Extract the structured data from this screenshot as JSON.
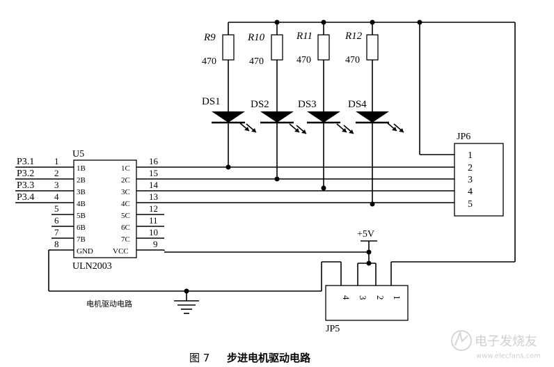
{
  "caption": {
    "fig_no": "图 7",
    "title": "步进电机驱动电路"
  },
  "watermark": {
    "text": "电子发烧友",
    "url": "www.elecfans.com"
  },
  "resistors": [
    {
      "name": "R9",
      "value": "470"
    },
    {
      "name": "R10",
      "value": "470"
    },
    {
      "name": "R11",
      "value": "470"
    },
    {
      "name": "R12",
      "value": "470"
    }
  ],
  "leds": [
    "DS1",
    "DS2",
    "DS3",
    "DS4"
  ],
  "ic": {
    "ref": "U5",
    "part": "ULN2003",
    "left_pins": [
      {
        "num": "1",
        "name": "1B",
        "net": "P3.1"
      },
      {
        "num": "2",
        "name": "2B",
        "net": "P3.2"
      },
      {
        "num": "3",
        "name": "3B",
        "net": "P3.3"
      },
      {
        "num": "4",
        "name": "4B",
        "net": "P3.4"
      },
      {
        "num": "5",
        "name": "5B",
        "net": ""
      },
      {
        "num": "6",
        "name": "6B",
        "net": ""
      },
      {
        "num": "7",
        "name": "7B",
        "net": ""
      },
      {
        "num": "8",
        "name": "GND",
        "net": ""
      }
    ],
    "right_pins": [
      {
        "num": "16",
        "name": "1C"
      },
      {
        "num": "15",
        "name": "2C"
      },
      {
        "num": "14",
        "name": "3C"
      },
      {
        "num": "13",
        "name": "4C"
      },
      {
        "num": "12",
        "name": "5C"
      },
      {
        "num": "11",
        "name": "6C"
      },
      {
        "num": "10",
        "name": "7C"
      },
      {
        "num": "9",
        "name": "VCC"
      }
    ]
  },
  "jp6": {
    "ref": "JP6",
    "pins": [
      "1",
      "2",
      "3",
      "4",
      "5"
    ]
  },
  "jp5": {
    "ref": "JP5",
    "pins": [
      "4",
      "3",
      "2",
      "1"
    ]
  },
  "power_label": "+5V",
  "ground_label": "电机驱动电路"
}
